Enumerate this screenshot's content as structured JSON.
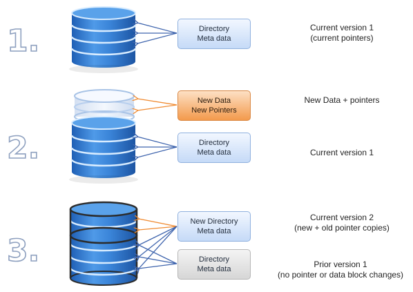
{
  "steps": [
    {
      "number": "1.",
      "boxes": [
        {
          "line1": "Directory",
          "line2": "Meta data",
          "style": "blue"
        }
      ],
      "descriptions": [
        {
          "line1": "Current version 1",
          "line2": "(current pointers)"
        }
      ]
    },
    {
      "number": "2.",
      "boxes": [
        {
          "line1": "New Data",
          "line2": "New Pointers",
          "style": "orange"
        },
        {
          "line1": "Directory",
          "line2": "Meta data",
          "style": "blue"
        }
      ],
      "descriptions": [
        {
          "line1": "New Data + pointers",
          "line2": ""
        },
        {
          "line1": "Current version 1",
          "line2": ""
        }
      ]
    },
    {
      "number": "3.",
      "boxes": [
        {
          "line1": "New Directory",
          "line2": "Meta data",
          "style": "blue"
        },
        {
          "line1": "Directory",
          "line2": "Meta data",
          "style": "gray"
        }
      ],
      "descriptions": [
        {
          "line1": "Current version 2",
          "line2": "(new + old pointer copies)"
        },
        {
          "line1": "Prior version 1",
          "line2": "(no pointer or data block changes)"
        }
      ]
    }
  ],
  "colors": {
    "disk_blue": "#3d86db",
    "disk_rim": "#cfe6ff",
    "arrow_blue": "#3e64ad",
    "arrow_orange": "#f08a30",
    "number_outline": "#8ea0bf"
  }
}
